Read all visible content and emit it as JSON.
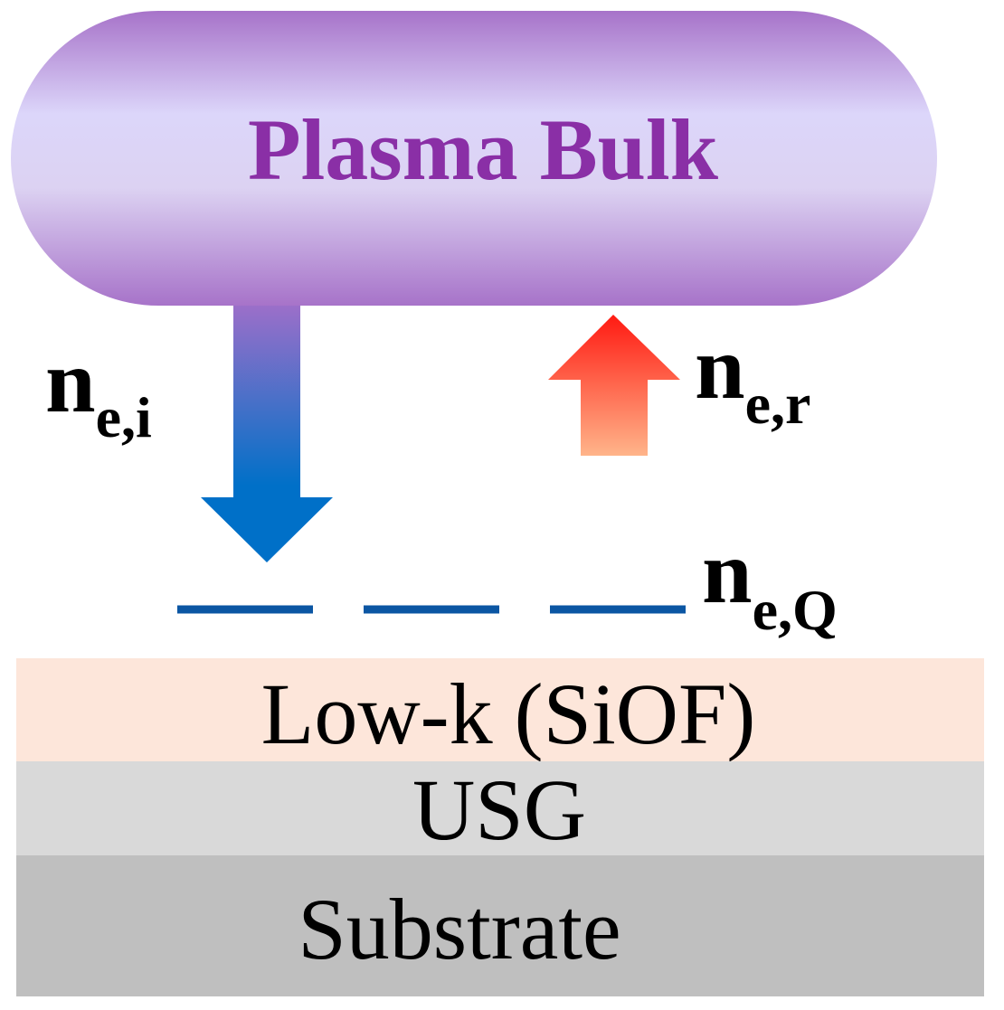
{
  "plasma_bulk": {
    "label": "Plasma Bulk",
    "label_color": "#8a2fa6",
    "fill_light": "#dcd6fa",
    "fill_edge": "#a773c9"
  },
  "incident_electrons": {
    "symbol": "n",
    "subscript": "e,i",
    "arrow_top_color": "#9b6fc9",
    "arrow_bottom_color": "#0070c8",
    "direction": "down"
  },
  "returning_electrons": {
    "symbol": "n",
    "subscript": "e,r",
    "arrow_top_color": "#ff1a12",
    "arrow_bottom_color": "#ffb48a",
    "direction": "up"
  },
  "surface_charge": {
    "symbol": "n",
    "subscript": "e,Q",
    "line_color": "#0b56a3",
    "line_style": "dashed"
  },
  "layers": [
    {
      "name": "Low-k (SiOF)",
      "color": "#fde6da"
    },
    {
      "name": "USG",
      "color": "#d9d9d9"
    },
    {
      "name": "Substrate",
      "color": "#bfbfbf"
    }
  ]
}
